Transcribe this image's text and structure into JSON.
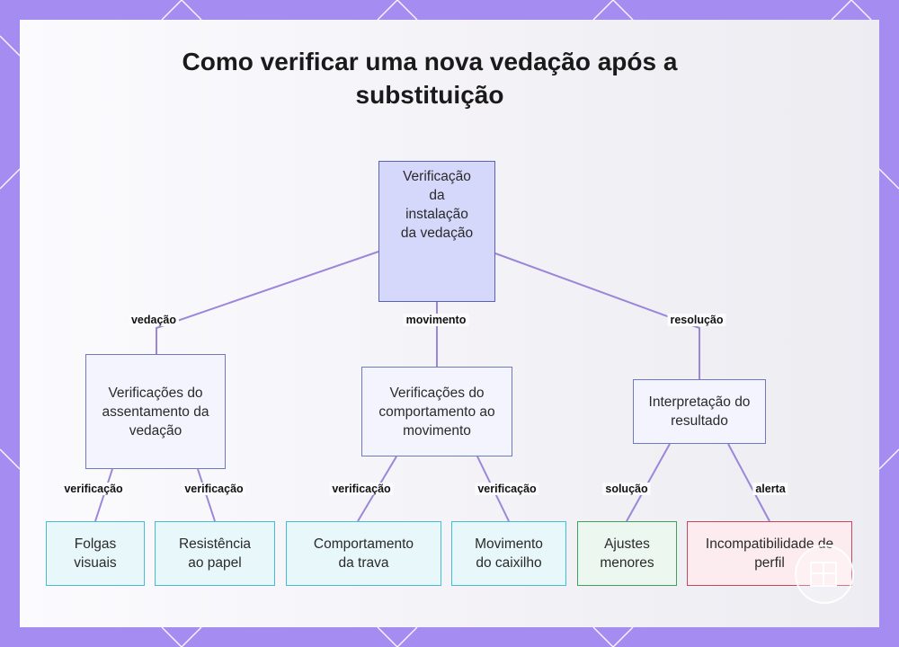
{
  "title": "Como verificar uma nova vedação após a substituição",
  "nodes": {
    "root": "Verificação da instalação da vedação",
    "seating": "Verificações do assentamento da vedação",
    "movement": "Verificações do comportamento ao movimento",
    "result": "Interpretação do resultado",
    "gaps": "Folgas visuais",
    "paper": "Resistência ao papel",
    "latch": "Comportamento da trava",
    "sash": "Movimento do caixilho",
    "minor": "Ajustes menores",
    "profile": "Incompatibilidade de perfil"
  },
  "edge_labels": {
    "vedacao": "vedação",
    "movimento": "movimento",
    "resolucao": "resolução",
    "verif1": "verificação",
    "verif2": "verificação",
    "verif3": "verificação",
    "verif4": "verificação",
    "solucao": "solução",
    "alerta": "alerta"
  },
  "colors": {
    "frame": "#a48cf0",
    "edge": "#9b86d9",
    "root_fill": "#d5d8fb",
    "leaf_blue": "#46bdd2",
    "leaf_green": "#3ea25a",
    "leaf_red": "#c7475d"
  }
}
